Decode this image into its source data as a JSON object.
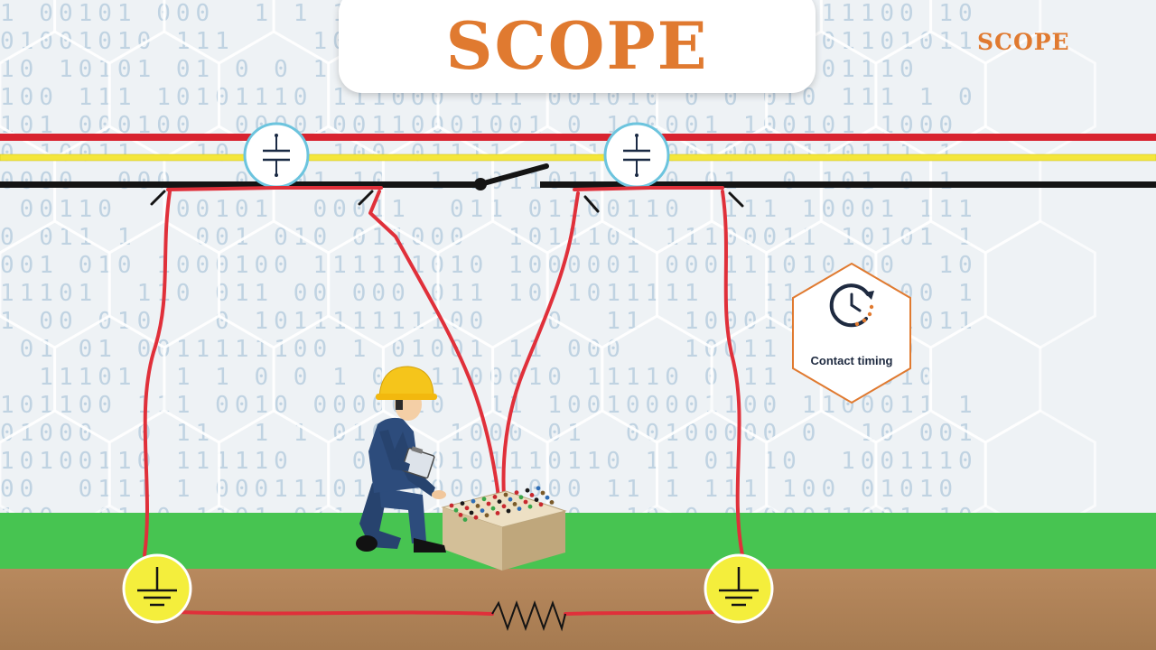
{
  "title": "SCOPE",
  "logo_text": "SCOPE",
  "feature": {
    "label": "Contact timing",
    "icon": "clock-icon",
    "accent": "#e07a30"
  },
  "colors": {
    "title": "#e07a30",
    "phase_red": "#d8232f",
    "phase_yellow": "#f4e63a",
    "phase_black": "#141414",
    "test_lead": "#e0303a",
    "ground_green": "#47c451",
    "soil": "#a57a50",
    "earth_symbol_fill": "#f4ee3c"
  },
  "icons": [
    "capacitor-icon",
    "capacitor-icon",
    "earth-ground-icon",
    "earth-ground-icon",
    "resistor-icon",
    "switch-icon",
    "clock-icon"
  ]
}
